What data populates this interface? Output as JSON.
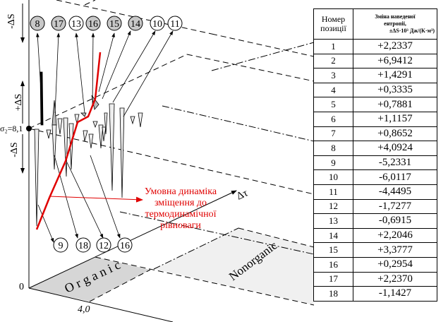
{
  "axis": {
    "minus_ds_top": "-ΔS",
    "plus_ds": "+ΔS",
    "minus_ds_bottom": "-ΔS",
    "sigma": "σ₂=8,1",
    "zero": "0",
    "x_tick": "4,0",
    "tau": "Δτ"
  },
  "regions": {
    "organic": "O r g a n i c",
    "nonorganic": "Nonorganic"
  },
  "top_markers": [
    {
      "n": "8",
      "gray": true
    },
    {
      "n": "17",
      "gray": true
    },
    {
      "n": "13",
      "gray": false
    },
    {
      "n": "16",
      "gray": true
    },
    {
      "n": "15",
      "gray": true
    },
    {
      "n": "14",
      "gray": true
    },
    {
      "n": "10",
      "gray": false
    },
    {
      "n": "11",
      "gray": false
    }
  ],
  "bottom_markers": [
    "9",
    "18",
    "12",
    "16"
  ],
  "annotation": {
    "line1": "Умовна динаміка",
    "line2": "зміщення до",
    "line3": "термодинамічної",
    "line4": "рівноваги",
    "color": "#e00000"
  },
  "table": {
    "header_pos": "Номер позиції",
    "header_val_1": "Зміна наведеної",
    "header_val_2": "ентропії,",
    "header_val_3": "±ΔS·10³ Дж/(К·м³)",
    "rows": [
      [
        "1",
        "+2,2337"
      ],
      [
        "2",
        "+6,9412"
      ],
      [
        "3",
        "+1,4291"
      ],
      [
        "4",
        "+0,3335"
      ],
      [
        "5",
        "+0,7881"
      ],
      [
        "6",
        "+1,1157"
      ],
      [
        "7",
        "+0,8652"
      ],
      [
        "8",
        "+4,0924"
      ],
      [
        "9",
        "-5,2331"
      ],
      [
        "10",
        "-6,0117"
      ],
      [
        "11",
        "-4,4495"
      ],
      [
        "12",
        "-1,7277"
      ],
      [
        "13",
        "-0,6915"
      ],
      [
        "14",
        "+2,2046"
      ],
      [
        "15",
        "+3,3777"
      ],
      [
        "16",
        "+0,2954"
      ],
      [
        "17",
        "+2,2370"
      ],
      [
        "18",
        "-1,1427"
      ]
    ]
  }
}
